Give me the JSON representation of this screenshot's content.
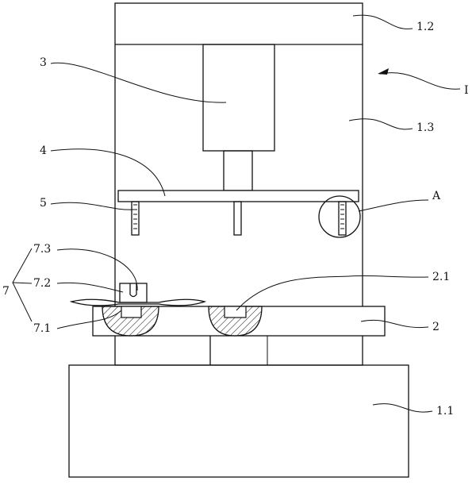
{
  "labels": {
    "l_1_2": "1.2",
    "l_I": "I",
    "l_1_3": "1.3",
    "l_3": "3",
    "l_4": "4",
    "l_5": "5",
    "l_A": "A",
    "l_7_3": "7.3",
    "l_7": "7",
    "l_7_2": "7.2",
    "l_7_1": "7.1",
    "l_2_1": "2.1",
    "l_2": "2",
    "l_1_1": "1.1"
  }
}
